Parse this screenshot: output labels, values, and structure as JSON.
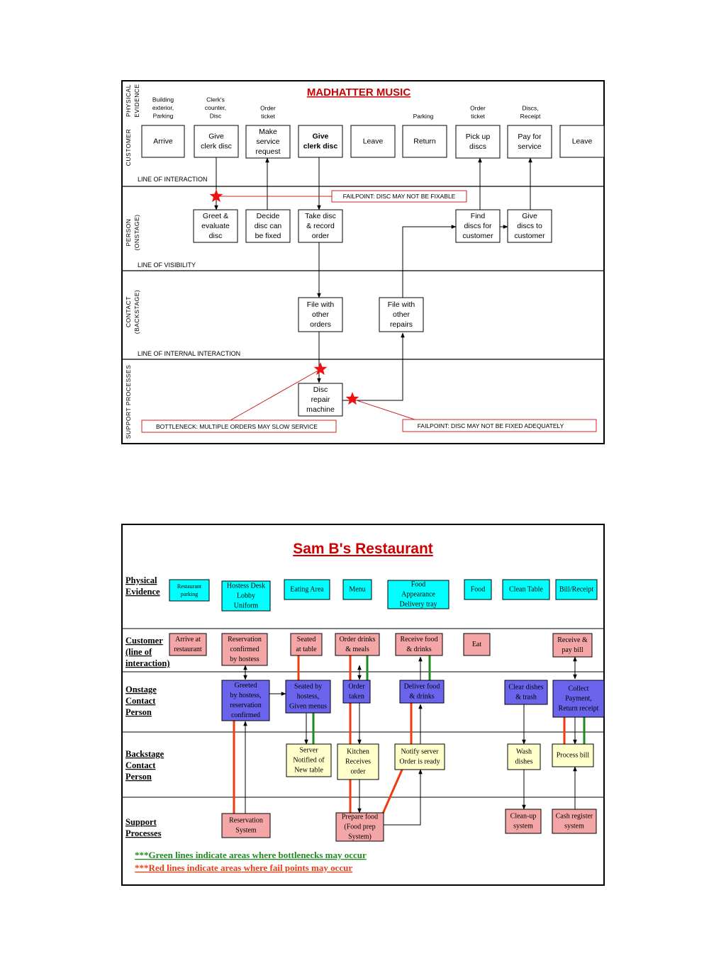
{
  "colors": {
    "star": "#ee1111",
    "failpoint_border": "#cc2222",
    "title_red": "#cc0000",
    "cyan": "#00ffff",
    "pink": "#f4a6a6",
    "blue": "#6a64ec",
    "yellow": "#ffffcc",
    "red_line": "#ee3b10",
    "green_line": "#1f8a1f"
  },
  "madhatter": {
    "title": "MADHATTER MUSIC",
    "lanes": {
      "physical": [
        "PHYSICAL",
        "EVIDENCE"
      ],
      "customer": [
        "CUSTOMER"
      ],
      "person": [
        "PERSON",
        "(ONSTAGE)"
      ],
      "contact": [
        "CONTACT",
        "(BACKSTAGE)"
      ],
      "support": [
        "SUPPORT PROCESSES"
      ]
    },
    "lines": {
      "interaction": "LINE OF INTERACTION",
      "visibility": "LINE OF VISIBILITY",
      "internal": "LINE OF INTERNAL INTERACTION"
    },
    "evidence": {
      "building": [
        "Building",
        "exterior,",
        "Parking"
      ],
      "clerk": [
        "Clerk's",
        "counter,",
        "Disc"
      ],
      "order_ticket_1": [
        "Order",
        "ticket"
      ],
      "parking": [
        "Parking"
      ],
      "order_ticket_2": [
        "Order",
        "ticket"
      ],
      "discs_receipt": [
        "Discs,",
        "Receipt"
      ]
    },
    "boxes": {
      "arrive": [
        "Arrive"
      ],
      "give_clerk_disc_1": [
        "Give",
        "clerk disc"
      ],
      "make_request": [
        "Make",
        "service",
        "request"
      ],
      "give_clerk_disc_2": [
        "Give",
        "clerk disc"
      ],
      "leave_1": [
        "Leave"
      ],
      "return": [
        "Return"
      ],
      "pick_up": [
        "Pick up",
        "discs"
      ],
      "pay": [
        "Pay for",
        "service"
      ],
      "leave_2": [
        "Leave"
      ],
      "greet": [
        "Greet &",
        "evaluate",
        "disc"
      ],
      "decide": [
        "Decide",
        "disc can",
        "be fixed"
      ],
      "take": [
        "Take disc",
        "& record",
        "order"
      ],
      "find": [
        "Find",
        "discs for",
        "customer"
      ],
      "give_discs": [
        "Give",
        "discs to",
        "customer"
      ],
      "file_orders": [
        "File with",
        "other",
        "orders"
      ],
      "file_repairs": [
        "File with",
        "other",
        "repairs"
      ],
      "machine": [
        "Disc",
        "repair",
        "machine"
      ]
    },
    "callouts": {
      "failpoint_1": "FAILPOINT: DISC MAY NOT BE FIXABLE",
      "bottleneck": "BOTTLENECK: MULTIPLE ORDERS MAY SLOW SERVICE",
      "failpoint_2": "FAILPOINT: DISC MAY NOT BE FIXED ADEQUATELY"
    }
  },
  "sam": {
    "title": "Sam B's Restaurant",
    "rows": {
      "physical": [
        "Physical",
        "Evidence"
      ],
      "customer": [
        "Customer",
        "(line of",
        "interaction)"
      ],
      "onstage": [
        "Onstage",
        "Contact",
        "Person"
      ],
      "backstage": [
        "Backstage",
        "Contact",
        "Person"
      ],
      "support": [
        "Support",
        "Processes"
      ]
    },
    "evidence": {
      "parking": [
        "Restaurant",
        "parking"
      ],
      "hostess": [
        "Hostess Desk",
        "Lobby",
        "Uniform"
      ],
      "eating": [
        "Eating Area"
      ],
      "menu": [
        "Menu"
      ],
      "food_appearance": [
        "Food",
        "Appearance",
        "Delivery tray"
      ],
      "food": [
        "Food"
      ],
      "clean_table": [
        "Clean Table"
      ],
      "bill": [
        "Bill/Receipt"
      ]
    },
    "customer": {
      "arrive": [
        "Arrive at",
        "restaurant"
      ],
      "reservation": [
        "Reservation",
        "confirmed",
        "by hostess"
      ],
      "seated": [
        "Seated",
        "at  table"
      ],
      "order_drinks": [
        "Order drinks",
        "& meals"
      ],
      "receive_food": [
        "Receive food",
        "& drinks"
      ],
      "eat": [
        "Eat"
      ],
      "receive_bill": [
        "Receive &",
        "pay bill"
      ]
    },
    "onstage": {
      "greeted": [
        "Greeted",
        "by hostess,",
        "reservation",
        "confirmed"
      ],
      "seated_by": [
        "Seated by",
        "hostess,",
        "Given menus"
      ],
      "order_taken": [
        "Order",
        "taken"
      ],
      "deliver": [
        "Deliver food",
        "& drinks"
      ],
      "clear": [
        "Clear dishes",
        "& trash"
      ],
      "collect": [
        "Collect",
        "Payment,",
        "Return receipt"
      ]
    },
    "backstage": {
      "server": [
        "Server",
        "Notified of",
        "New table"
      ],
      "kitchen": [
        "Kitchen",
        "Receives",
        "order"
      ],
      "notify": [
        "Notify server",
        "Order is ready"
      ],
      "wash": [
        "Wash",
        "dishes"
      ],
      "process": [
        "Process bill"
      ]
    },
    "support": {
      "reservation_system": [
        "Reservation",
        "System"
      ],
      "prepare": [
        "Prepare food",
        "(Food prep",
        "System)"
      ],
      "cleanup": [
        "Clean-up",
        "system"
      ],
      "cash": [
        "Cash register",
        "system"
      ]
    },
    "notes": {
      "green": "***Green lines indicate areas where bottlenecks may occur",
      "red": "***Red lines indicate areas where fail points may occur"
    }
  }
}
